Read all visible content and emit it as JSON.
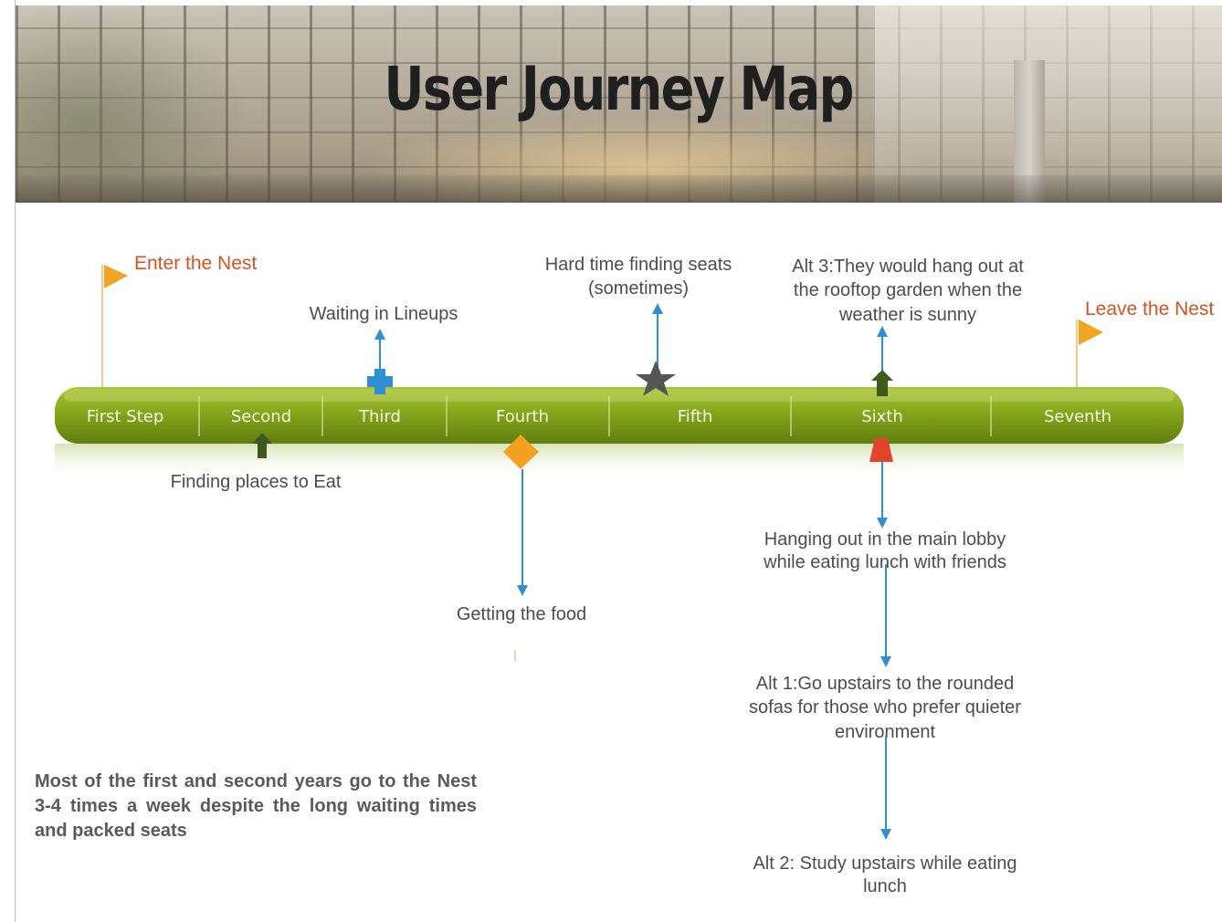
{
  "title": "User Journey Map",
  "colors": {
    "bar": "#7fa018",
    "flag": "#f2a423",
    "flag_text": "#d4531f",
    "arrow": "#2f8fd0",
    "diamond": "#f4a020",
    "star": "#555555",
    "green_arrow": "#3d5a1e",
    "red_marker": "#e2442a"
  },
  "steps": [
    "First Step",
    "Second",
    "Third",
    "Fourth",
    "Fifth",
    "Sixth",
    "Seventh"
  ],
  "flags": {
    "enter": "Enter the Nest",
    "leave": "Leave the Nest"
  },
  "events": {
    "waiting": "Waiting in Lineups",
    "hard_time": [
      "Hard time finding seats",
      "(sometimes)"
    ],
    "alt3": [
      "Alt 3:They would hang out at",
      "the rooftop garden when the",
      "weather is sunny"
    ],
    "finding": "Finding places to Eat",
    "getting_food": "Getting the food",
    "hanging": [
      "Hanging out in the main lobby",
      "while eating lunch with friends"
    ],
    "alt1": [
      "Alt 1:Go upstairs to the rounded",
      "sofas for those who prefer quieter",
      "environment"
    ],
    "alt2": [
      "Alt 2: Study upstairs while eating",
      "lunch"
    ]
  },
  "icons": {
    "third": "blue-cross-icon",
    "fifth": "star-icon",
    "sixth_up": "green-arrow-up-icon",
    "second": "green-arrow-up-icon",
    "fourth": "diamond-icon",
    "sixth_down": "red-trapezoid-icon"
  },
  "note": "Most of the first and second years go to the Nest 3-4 times a week despite the long waiting times and packed seats"
}
